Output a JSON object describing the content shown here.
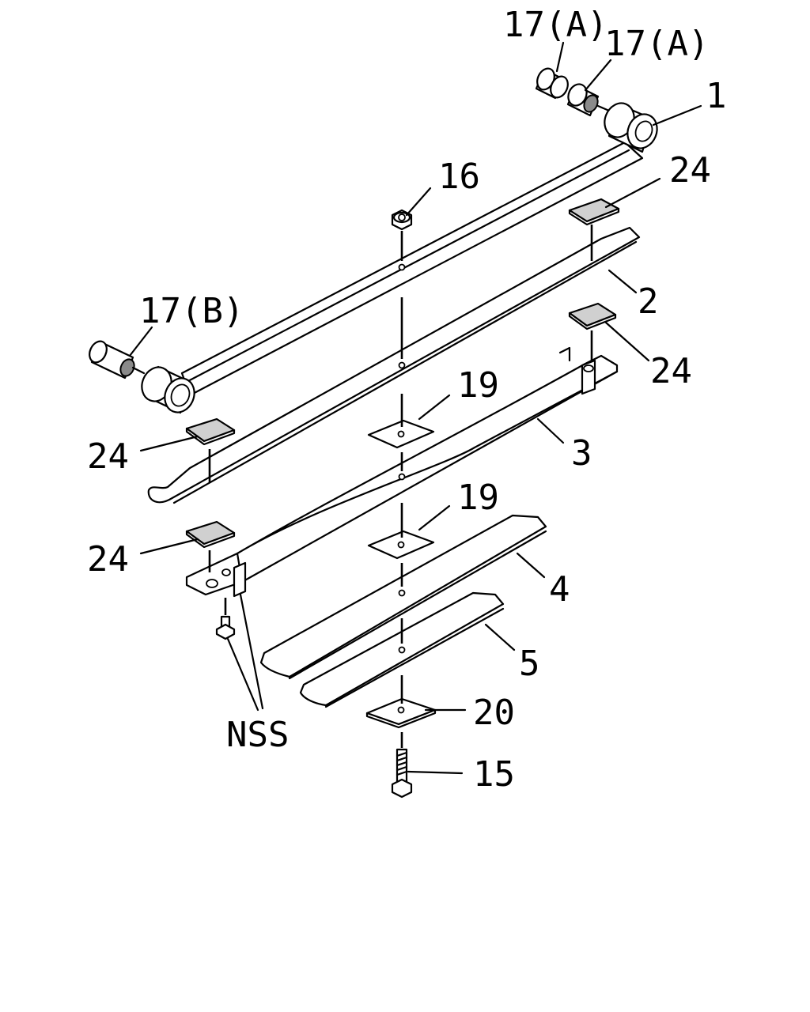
{
  "callouts": {
    "c17a_left": "17(A)",
    "c17a_right": "17(A)",
    "c1": "1",
    "c16": "16",
    "c24_top_right": "24",
    "c17b": "17(B)",
    "c2": "2",
    "c24_mid_right": "24",
    "c19_upper": "19",
    "c24_mid_left": "24",
    "c3": "3",
    "c19_lower": "19",
    "c24_low_left": "24",
    "c4": "4",
    "c5": "5",
    "c20": "20",
    "cnss": "NSS",
    "c15": "15"
  }
}
